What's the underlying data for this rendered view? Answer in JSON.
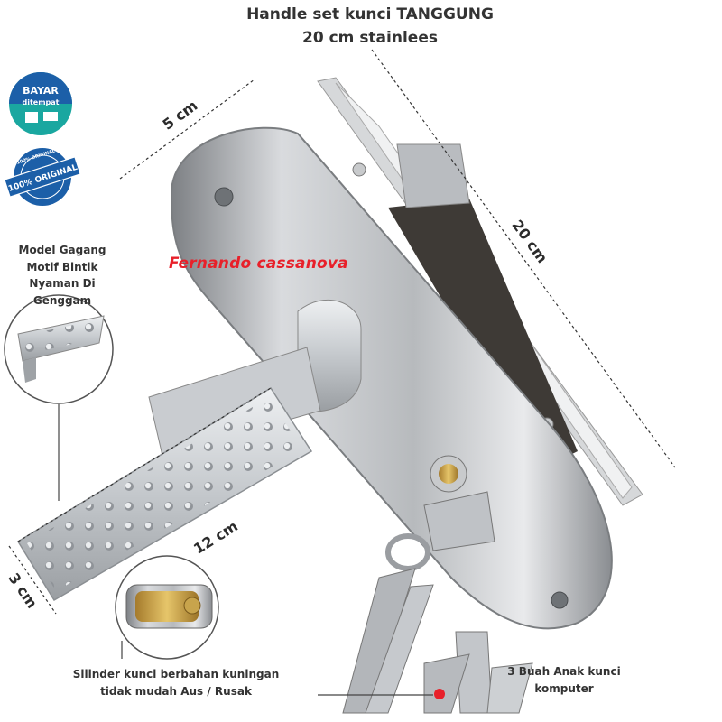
{
  "header": {
    "title_line1": "Handle set kunci TANGGUNG",
    "title_line2": "20 cm stainlees"
  },
  "badges": {
    "cod_top": "BAYAR",
    "cod_bottom": "ditempat",
    "original_ring": "100% ORIGINAL",
    "original_center": "100% ORIGINAL"
  },
  "watermark": "Fernando cassanova",
  "dimensions": {
    "top_width": "5 cm",
    "height": "20 cm",
    "handle_length": "12 cm",
    "handle_width": "3 cm"
  },
  "features": {
    "grip": "Model Gagang Motif Bintik Nyaman Di Genggam",
    "cylinder": "Silinder kunci berbahan kuningan tidak mudah Aus / Rusak",
    "keys": "3 Buah Anak kunci komputer"
  },
  "colors": {
    "accent_red": "#e8202a",
    "badge_blue": "#1c5fa8",
    "badge_teal": "#1aa7a0"
  }
}
